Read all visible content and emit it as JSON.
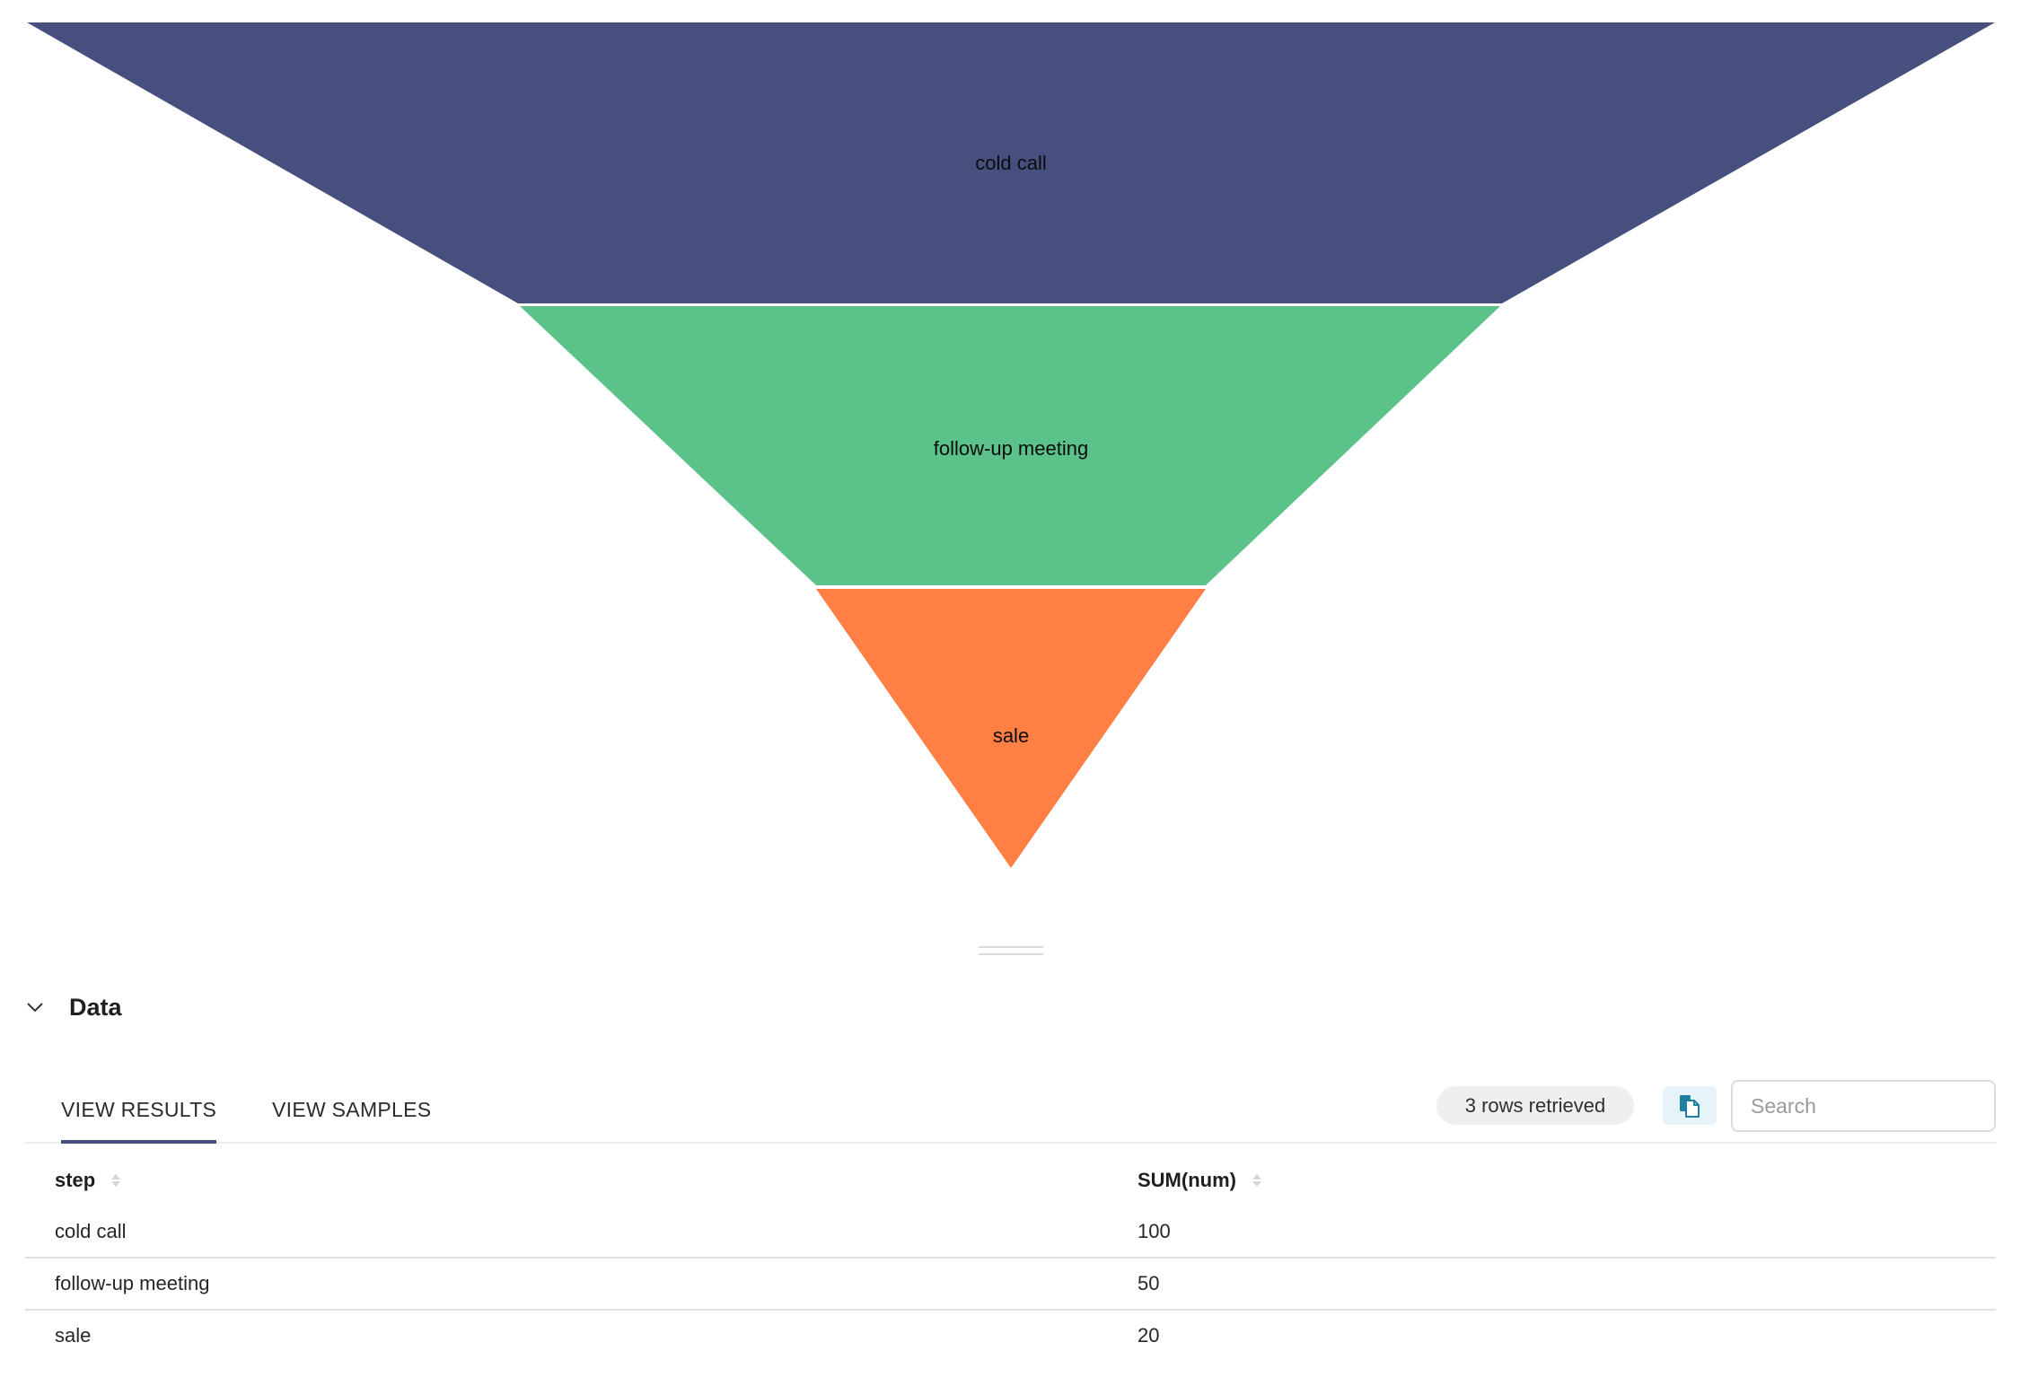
{
  "chart_data": {
    "type": "funnel",
    "title": "",
    "categories": [
      "cold call",
      "follow-up meeting",
      "sale"
    ],
    "values": [
      100,
      50,
      20
    ],
    "colors": [
      "#474f7e",
      "#5bc289",
      "#ff7f44"
    ],
    "legend": "none",
    "labels_inside": true
  },
  "funnel": {
    "segments": [
      {
        "label": "cold call",
        "value": 100,
        "color": "#474f7e"
      },
      {
        "label": "follow-up meeting",
        "value": 50,
        "color": "#5bc289"
      },
      {
        "label": "sale",
        "value": 20,
        "color": "#ff7f44"
      }
    ]
  },
  "data_panel": {
    "title": "Data",
    "expanded": true,
    "tabs": [
      {
        "label": "VIEW RESULTS",
        "active": true
      },
      {
        "label": "VIEW SAMPLES",
        "active": false
      }
    ],
    "rows_badge": "3 rows retrieved",
    "copy_icon": "copy-icon",
    "search": {
      "placeholder": "Search",
      "value": ""
    },
    "accent_color": "#484f7e",
    "table": {
      "columns": [
        "step",
        "SUM(num)"
      ],
      "rows": [
        [
          "cold call",
          "100"
        ],
        [
          "follow-up meeting",
          "50"
        ],
        [
          "sale",
          "20"
        ]
      ]
    }
  }
}
